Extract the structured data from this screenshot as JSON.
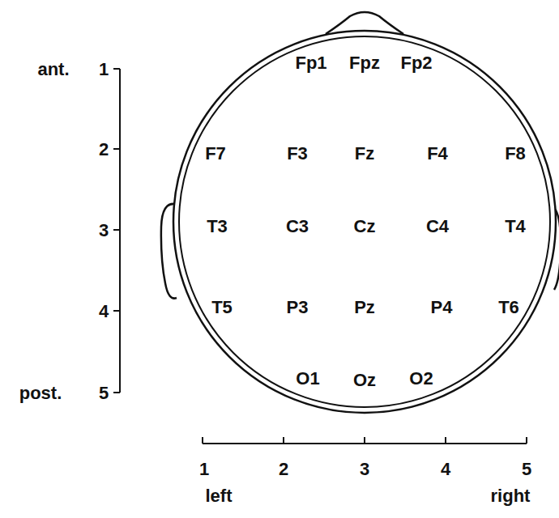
{
  "diagram": {
    "labels": [
      "Fp1",
      "Fpz",
      "Fp2",
      "F7",
      "F3",
      "Fz",
      "F4",
      "F8",
      "T3",
      "C3",
      "Cz",
      "C4",
      "T4",
      "T5",
      "P3",
      "Pz",
      "P4",
      "T6",
      "O1",
      "Oz",
      "O2",
      "ant.",
      "1",
      "2",
      "3",
      "4",
      "post.",
      "5",
      "1",
      "2",
      "3",
      "4",
      "5",
      "left",
      "right"
    ]
  }
}
